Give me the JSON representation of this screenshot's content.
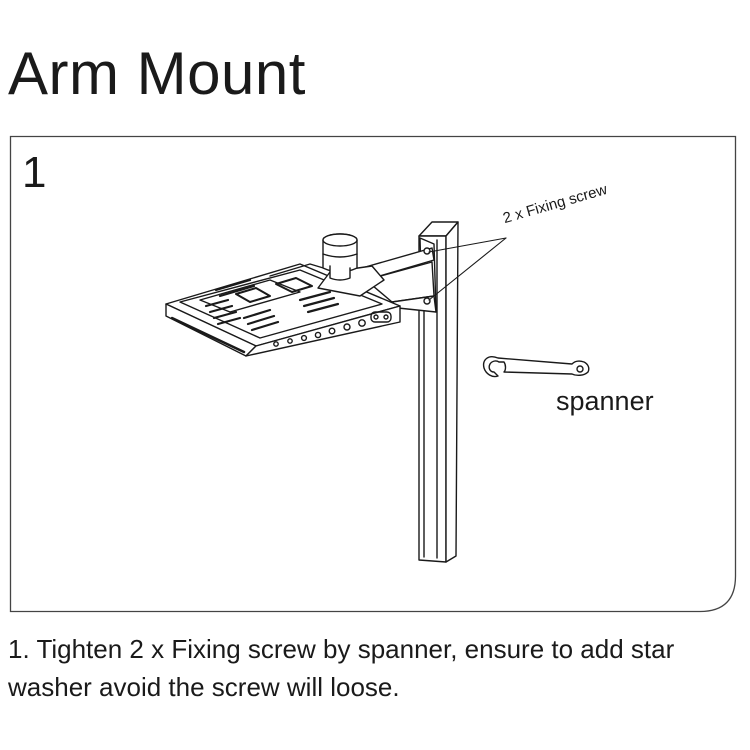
{
  "title": "Arm Mount",
  "step": {
    "number": "1",
    "callout": "2 x Fixing screw",
    "tool_label": "spanner"
  },
  "instructions": {
    "line1": "1. Tighten 2 x Fixing screw by spanner, ensure to add star",
    "line2": "washer avoid the screw will loose."
  },
  "colors": {
    "line": "#1a1a1a",
    "frame": "#444444",
    "background": "#ffffff"
  }
}
